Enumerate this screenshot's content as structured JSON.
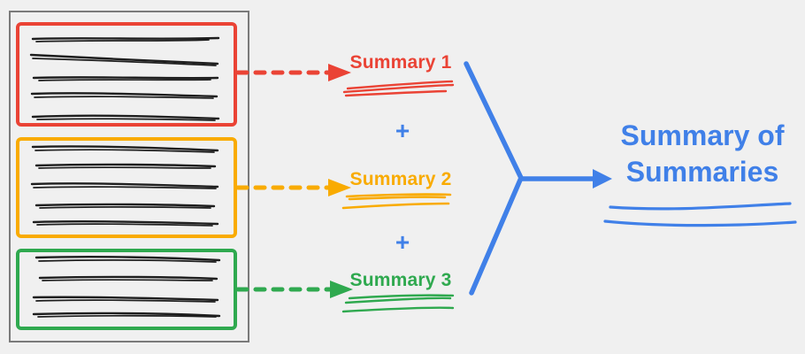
{
  "background_color": "#f0f0f0",
  "documents": {
    "frame_color": "#7a7a7a",
    "items": [
      {
        "name": "document-1",
        "color": "#EA4335"
      },
      {
        "name": "document-2",
        "color": "#F9AB00"
      },
      {
        "name": "document-3",
        "color": "#2FA94F"
      }
    ]
  },
  "summaries": [
    {
      "label": "Summary 1",
      "color": "#EA4335"
    },
    {
      "label": "Summary 2",
      "color": "#F9AB00"
    },
    {
      "label": "Summary 3",
      "color": "#2FA94F"
    }
  ],
  "operators": {
    "plus_top": "+",
    "plus_bottom": "+",
    "color": "#4080E8"
  },
  "result": {
    "label": "Summary of Summaries",
    "color": "#4080E8"
  }
}
